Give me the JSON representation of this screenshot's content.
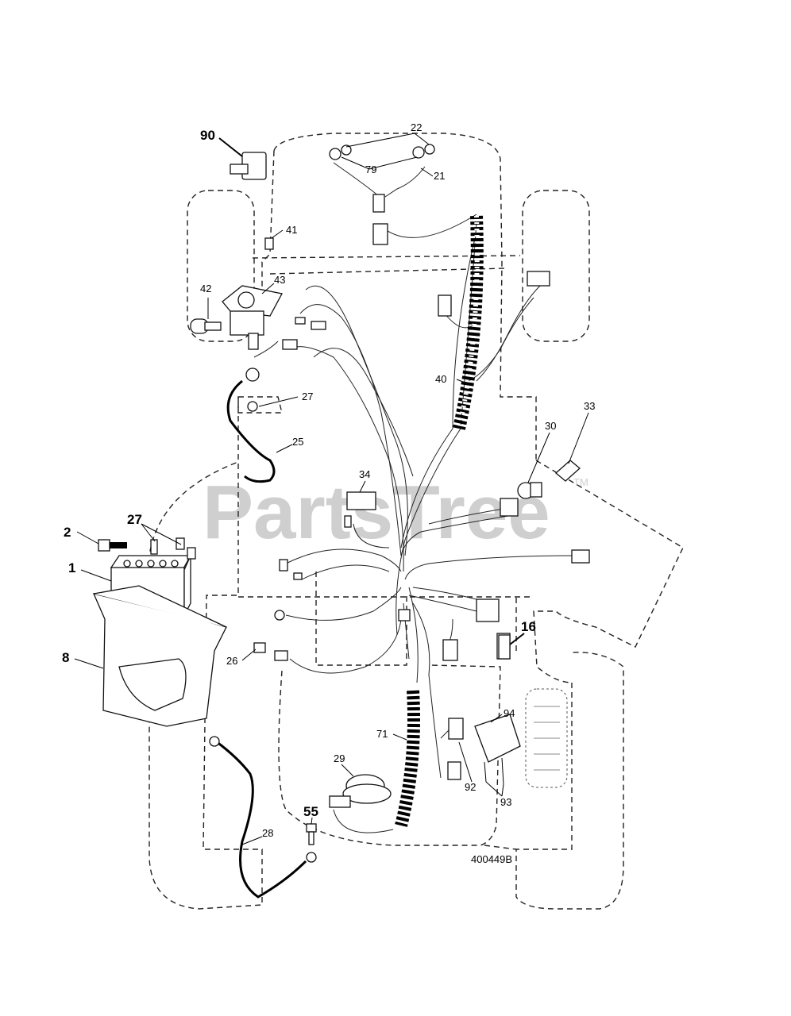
{
  "watermark": {
    "text": "PartsTree",
    "trademark": "TM"
  },
  "drawing_number": "400449B",
  "callouts": [
    {
      "id": "callout-22",
      "label": "22"
    },
    {
      "id": "callout-79",
      "label": "79"
    },
    {
      "id": "callout-21",
      "label": "21"
    },
    {
      "id": "callout-90",
      "label": "90"
    },
    {
      "id": "callout-41",
      "label": "41"
    },
    {
      "id": "callout-43",
      "label": "43"
    },
    {
      "id": "callout-42",
      "label": "42"
    },
    {
      "id": "callout-40",
      "label": "40"
    },
    {
      "id": "callout-27a",
      "label": "27"
    },
    {
      "id": "callout-25",
      "label": "25"
    },
    {
      "id": "callout-33",
      "label": "33"
    },
    {
      "id": "callout-30",
      "label": "30"
    },
    {
      "id": "callout-34",
      "label": "34"
    },
    {
      "id": "callout-2",
      "label": "2"
    },
    {
      "id": "callout-27b",
      "label": "27"
    },
    {
      "id": "callout-1",
      "label": "1"
    },
    {
      "id": "callout-8",
      "label": "8"
    },
    {
      "id": "callout-26",
      "label": "26"
    },
    {
      "id": "callout-16",
      "label": "16"
    },
    {
      "id": "callout-94",
      "label": "94"
    },
    {
      "id": "callout-71",
      "label": "71"
    },
    {
      "id": "callout-29",
      "label": "29"
    },
    {
      "id": "callout-92",
      "label": "92"
    },
    {
      "id": "callout-93",
      "label": "93"
    },
    {
      "id": "callout-55",
      "label": "55"
    },
    {
      "id": "callout-28",
      "label": "28"
    }
  ]
}
